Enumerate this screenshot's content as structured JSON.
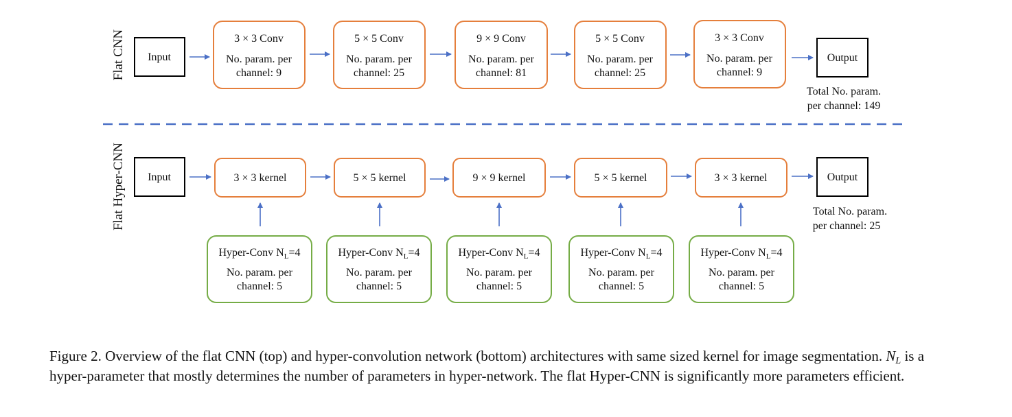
{
  "top": {
    "row_label": "Flat CNN",
    "input": "Input",
    "output": "Output",
    "blocks": [
      {
        "title": "3 × 3 Conv",
        "line1": "No. param. per",
        "line2": "channel: 9"
      },
      {
        "title": "5 × 5 Conv",
        "line1": "No. param. per",
        "line2": "channel: 25"
      },
      {
        "title": "9 × 9 Conv",
        "line1": "No. param. per",
        "line2": "channel: 81"
      },
      {
        "title": "5 × 5 Conv",
        "line1": "No. param. per",
        "line2": "channel: 25"
      },
      {
        "title": "3 × 3 Conv",
        "line1": "No. param. per",
        "line2": "channel: 9"
      }
    ],
    "total_line1": "Total No. param.",
    "total_line2": "per channel: 149"
  },
  "bottom": {
    "row_label": "Flat Hyper-CNN",
    "input": "Input",
    "output": "Output",
    "kernels": [
      "3 × 3 kernel",
      "5 × 5 kernel",
      "9 × 9 kernel",
      "5 × 5 kernel",
      "3 × 3 kernel"
    ],
    "hyper": [
      {
        "prefix": "Hyper-Conv N",
        "sub": "L",
        "suffix": "=4",
        "line1": "No. param. per",
        "line2": "channel: 5"
      },
      {
        "prefix": "Hyper-Conv N",
        "sub": "L",
        "suffix": "=4",
        "line1": "No. param. per",
        "line2": "channel: 5"
      },
      {
        "prefix": "Hyper-Conv N",
        "sub": "L",
        "suffix": "=4",
        "line1": "No. param. per",
        "line2": "channel: 5"
      },
      {
        "prefix": "Hyper-Conv N",
        "sub": "L",
        "suffix": "=4",
        "line1": "No. param. per",
        "line2": "channel: 5"
      },
      {
        "prefix": "Hyper-Conv N",
        "sub": "L",
        "suffix": "=4",
        "line1": "No. param. per",
        "line2": "channel: 5"
      }
    ],
    "total_line1": "Total No. param.",
    "total_line2": "per channel: 25"
  },
  "caption": {
    "lead": "Figure 2. Overview of the flat CNN (top) and hyper-convolution network (bottom) architectures with same sized kernel for image segmentation.",
    "symbol_base": "N",
    "symbol_sub": "L",
    "rest": "is a hyper-parameter that mostly determines the number of parameters in hyper-network. The flat Hyper-CNN is significantly more parameters efficient."
  },
  "colors": {
    "orange": "#e57f3c",
    "green": "#75ac46",
    "arrow": "#4b70c6",
    "divider": "#4b70c6",
    "io_border": "#000000"
  }
}
